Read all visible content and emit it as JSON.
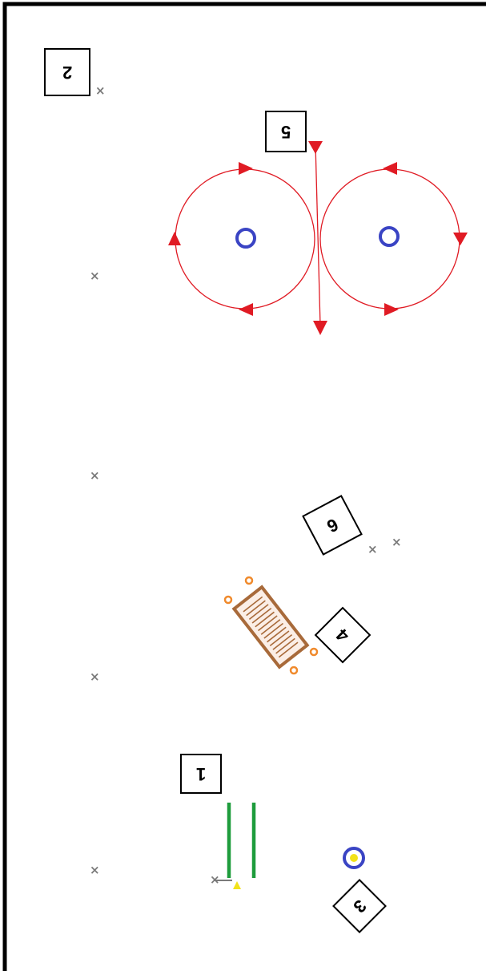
{
  "course": {
    "stations": [
      {
        "id": "station-1",
        "label": "1"
      },
      {
        "id": "station-2",
        "label": "2"
      },
      {
        "id": "station-3",
        "label": "3"
      },
      {
        "id": "station-4",
        "label": "4"
      },
      {
        "id": "station-5",
        "label": "5"
      },
      {
        "id": "station-6",
        "label": "6"
      }
    ],
    "marker_glyph": "×",
    "colors": {
      "border": "#000000",
      "path": "#e01b24",
      "cone": "#3a44c4",
      "jump_poles": "#1e9c3c",
      "table": "#a86a3a",
      "table_dots": "#f08a2c",
      "marker": "#7a7a7a",
      "yellow": "#f2e21a"
    },
    "icons": [
      "label-box",
      "cross-marker",
      "circle-cone",
      "bar-jump",
      "pause-table",
      "figure-eight-path"
    ]
  }
}
